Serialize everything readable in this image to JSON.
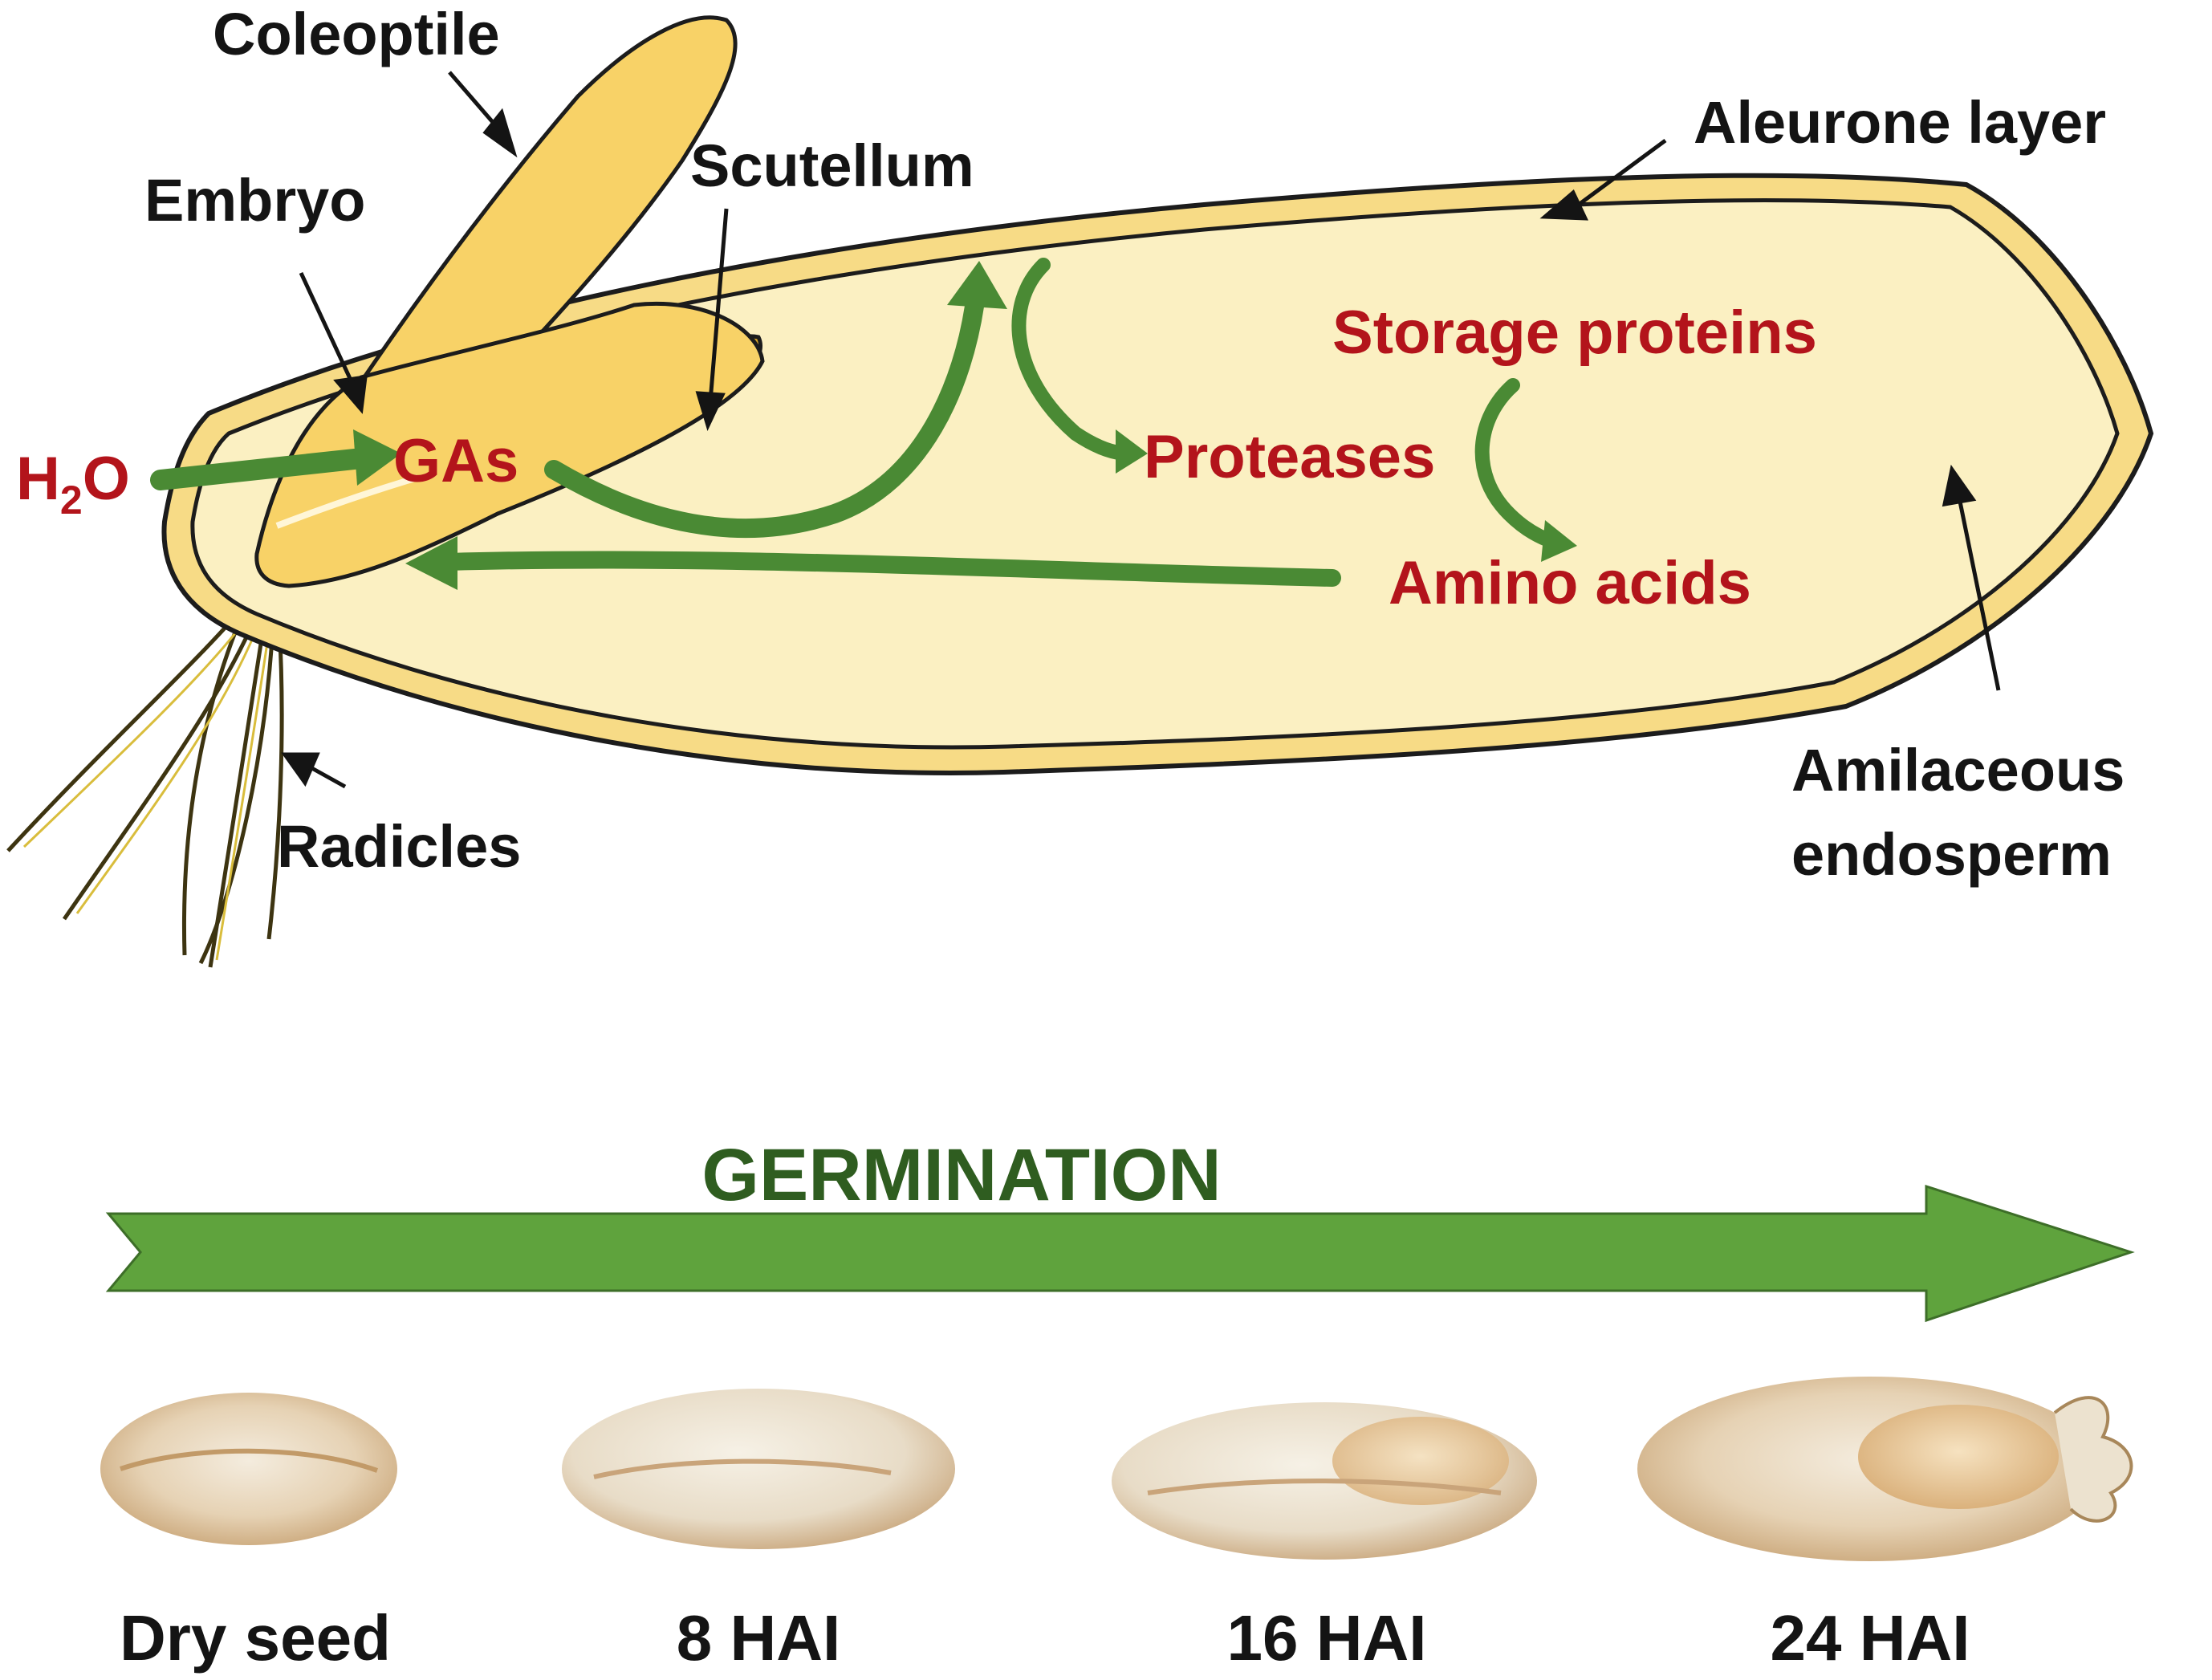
{
  "labels": {
    "coleoptile": "Coleoptile",
    "embryo": "Embryo",
    "scutellum": "Scutellum",
    "aleurone_layer": "Aleurone layer",
    "amilaceous_endosperm_line1": "Amilaceous",
    "amilaceous_endosperm_line2": "endosperm",
    "radicles": "Radicles"
  },
  "pathway": {
    "water_main": "H",
    "water_sub": "2",
    "water_end": "O",
    "gas": "GAs",
    "storage_proteins": "Storage proteins",
    "proteases": "Proteases",
    "amino_acids": "Amino acids"
  },
  "timeline": {
    "title": "GERMINATION",
    "stages": [
      "Dry seed",
      "8 HAI",
      "16 HAI",
      "24 HAI"
    ]
  },
  "colors": {
    "seed_fill": "#fbf0c2",
    "aleurone": "#f7db86",
    "embryo": "#f8d267",
    "scutellum": "#d8a526",
    "arrow_green": "#4a8a34",
    "timeline_green": "#5fa33d",
    "pathway_red": "#b3141b",
    "title_green": "#2f5d20"
  }
}
